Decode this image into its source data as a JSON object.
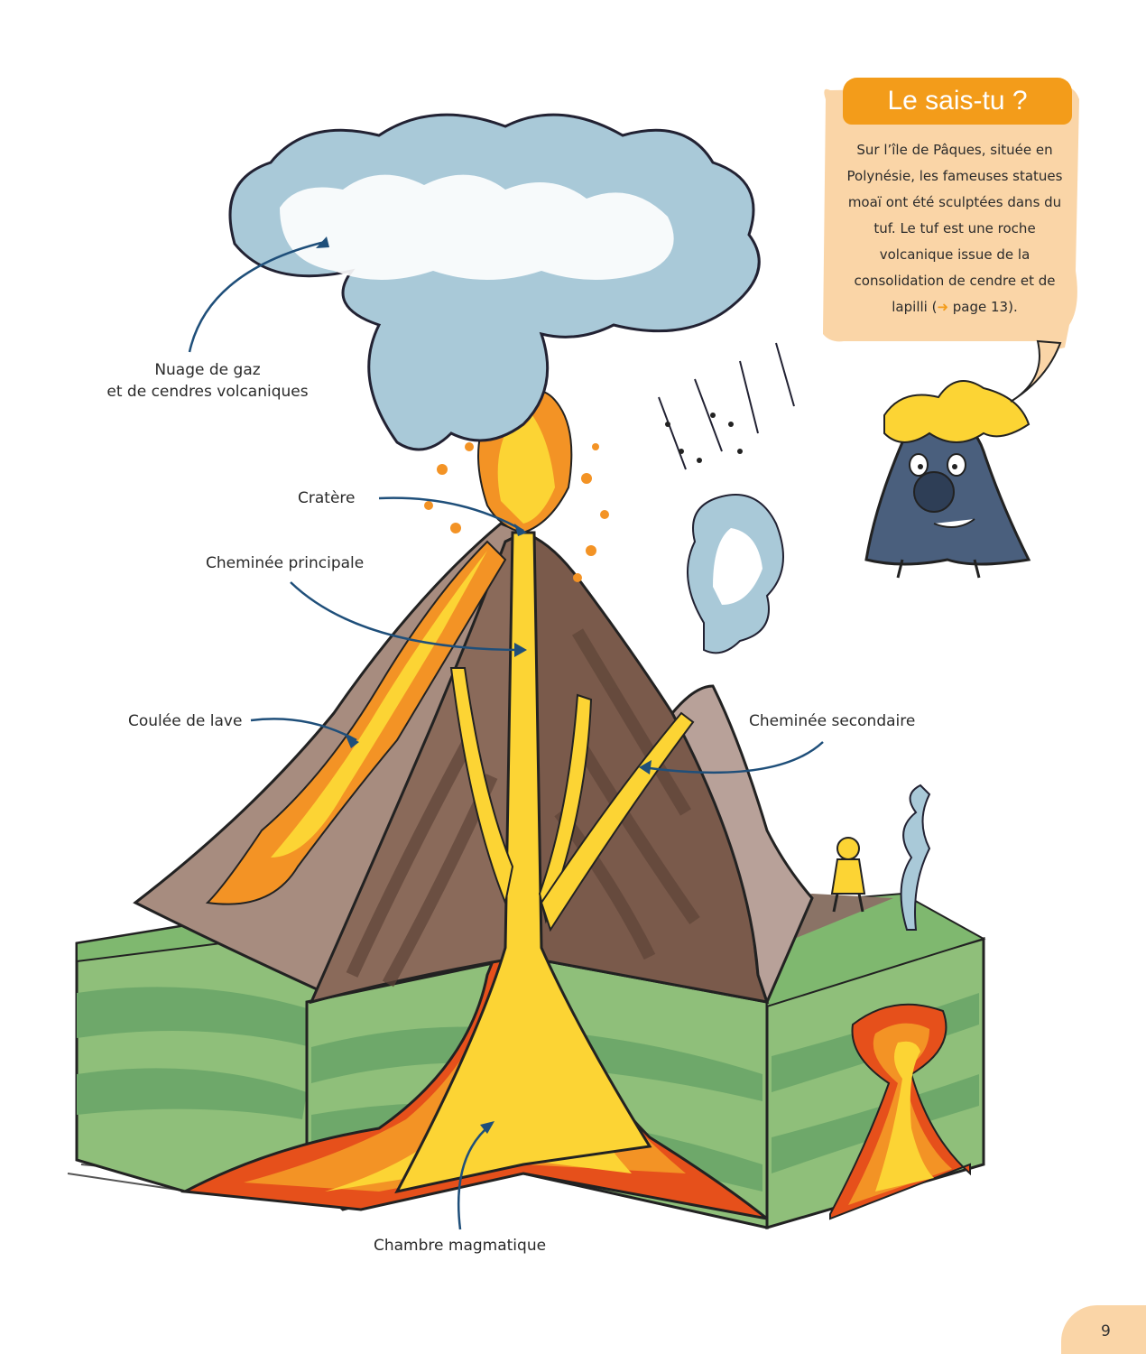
{
  "labels": {
    "nuage_line1": "Nuage de gaz",
    "nuage_line2": "et de cendres volcaniques",
    "cratere": "Cratère",
    "cheminee_principale": "Cheminée principale",
    "coulee": "Coulée de lave",
    "cheminee_secondaire": "Cheminée secondaire",
    "chambre": "Chambre magmatique"
  },
  "info_box": {
    "title": "Le sais-tu ?",
    "text_part1": "Sur l’île de Pâques, située en Polynésie, les fameuses statues moaï ont été sculptées dans du tuf. Le tuf est une roche volcanique issue de la consolidation de cendre et de lapilli (",
    "arrow": "➜",
    "text_part2": " page 13)."
  },
  "page_number": "9",
  "colors": {
    "lava_yellow": "#fcd434",
    "lava_orange": "#f39325",
    "lava_red": "#e6501b",
    "rock_brown": "#8a6a5a",
    "rock_dark": "#5e4438",
    "ground_green": "#8fbf7a",
    "ground_dark": "#5f9a5e",
    "cloud_blue": "#a9c9d8",
    "cloud_white": "#ffffff",
    "accent_orange": "#f39c1a",
    "box_bg": "#fad5a7",
    "arrow_blue": "#1f4f7a"
  }
}
